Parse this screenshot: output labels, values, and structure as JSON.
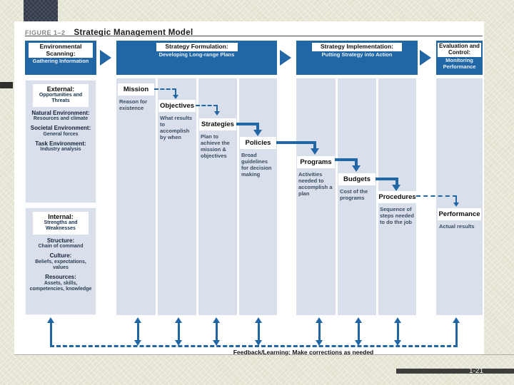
{
  "slide": {
    "figure_label": "FIGURE 1–2",
    "figure_title": "Strategic Management Model",
    "page_number": "1-21"
  },
  "phases": [
    {
      "title": "Environmental Scanning:",
      "subtitle": "Gathering Information"
    },
    {
      "title": "Strategy Formulation:",
      "subtitle": "Developing Long-range Plans"
    },
    {
      "title": "Strategy Implementation:",
      "subtitle": "Putting Strategy into Action"
    },
    {
      "title": "Evaluation and Control:",
      "subtitle": "Monitoring Performance"
    }
  ],
  "scanning": {
    "external": {
      "label": "External:",
      "sublabel": "Opportunities and Threats",
      "items": [
        {
          "heading": "Natural Environment:",
          "desc": "Resources and climate"
        },
        {
          "heading": "Societal Environment:",
          "desc": "General forces"
        },
        {
          "heading": "Task Environment:",
          "desc": "Industry analysis"
        }
      ]
    },
    "internal": {
      "label": "Internal:",
      "sublabel": "Strengths and Weaknesses",
      "items": [
        {
          "heading": "Structure:",
          "desc": "Chain of command"
        },
        {
          "heading": "Culture:",
          "desc": "Beliefs, expectations, values"
        },
        {
          "heading": "Resources:",
          "desc": "Assets, skills, competencies, knowledge"
        }
      ]
    }
  },
  "steps": [
    {
      "label": "Mission",
      "desc": "Reason for existence"
    },
    {
      "label": "Objectives",
      "desc": "What results to accomplish by when"
    },
    {
      "label": "Strategies",
      "desc": "Plan to achieve the mission & objectives"
    },
    {
      "label": "Policies",
      "desc": "Broad guidelines for decision making"
    },
    {
      "label": "Programs",
      "desc": "Activities needed to accomplish a plan"
    },
    {
      "label": "Budgets",
      "desc": "Cost of the programs"
    },
    {
      "label": "Procedures",
      "desc": "Sequence of steps needed to do the job"
    },
    {
      "label": "Performance",
      "desc": "Actual results"
    }
  ],
  "feedback": {
    "label": "Feedback/Learning: Make corrections as needed"
  },
  "colors": {
    "phase_blue": "#2166a5",
    "column_blue": "#d9e0ec",
    "arrow_blue": "#2166a5"
  }
}
